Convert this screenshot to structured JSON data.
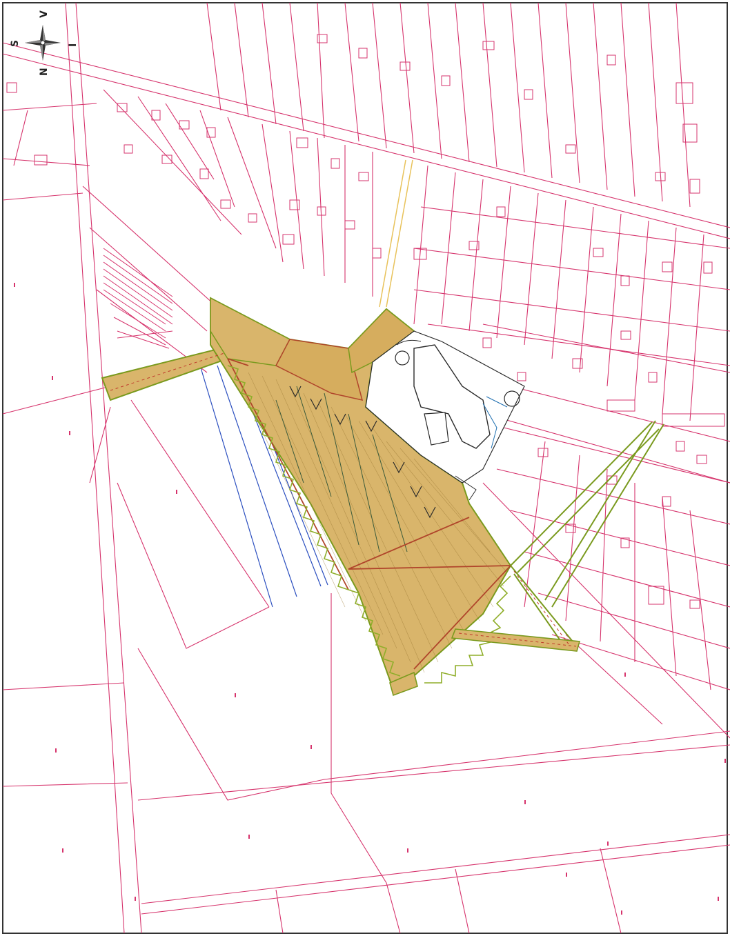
{
  "map": {
    "colors": {
      "parcel_line": "#d6336c",
      "site_fill": "#d9b56b",
      "site_border": "#7a9a1e",
      "hatch_line": "#9c7a35",
      "path_edge": "#8fae2a",
      "blue_lines": "#2b4fbf",
      "building_line": "#2a2a2a",
      "road_yellow": "#e8c25a"
    },
    "compass": {
      "north": "N",
      "south": "S",
      "east": "I",
      "west": "V"
    }
  }
}
